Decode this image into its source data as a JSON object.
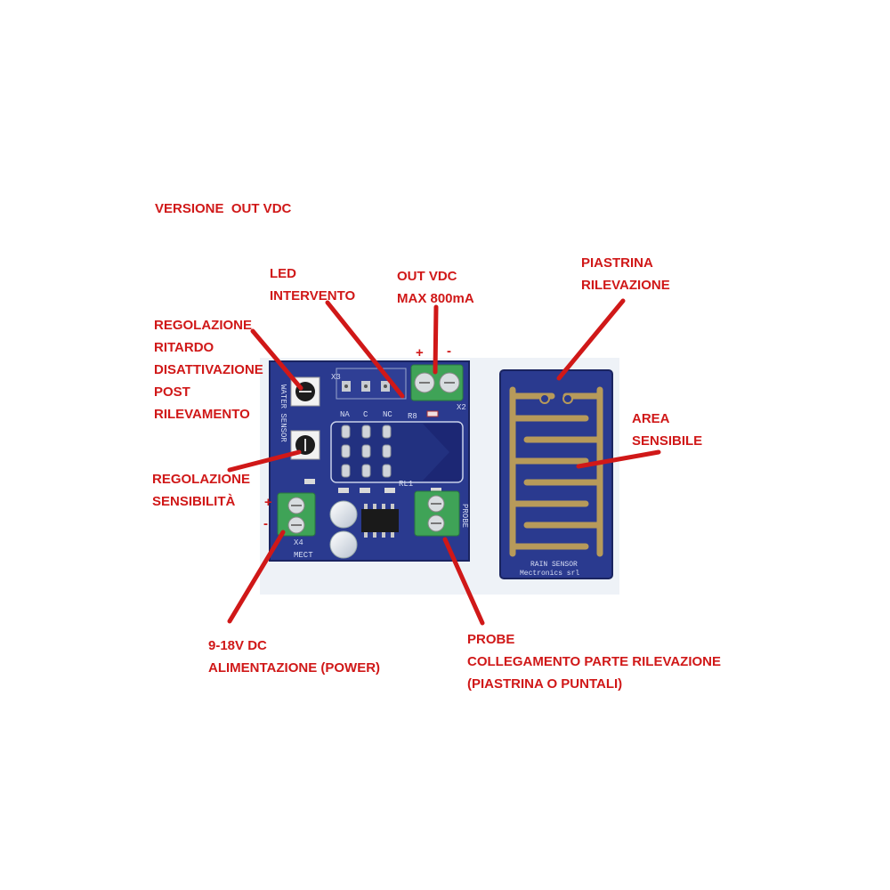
{
  "title": "VERSIONE  OUT VDC",
  "labels": {
    "led": "LED\nINTERVENTO",
    "out": "OUT VDC\nMAX 800mA",
    "piastrina": "PIASTRINA\nRILEVAZIONE",
    "ritardo": "REGOLAZIONE\nRITARDO\nDISATTIVAZIONE\nPOST\nRILEVAMENTO",
    "area": "AREA\nSENSIBILE",
    "sensibilita": "REGOLAZIONE\nSENSIBILITÀ",
    "power": "9-18V DC\nALIMENTAZIONE (POWER)",
    "probe": "PROBE\nCOLLEGAMENTO PARTE RILEVAZIONE\n(PIASTRINA O PUNTALI)"
  },
  "polarity": {
    "out_plus": "+",
    "out_minus": "-",
    "power_plus": "+",
    "power_minus": "-"
  },
  "pcb_text": {
    "water_sensor": "WATER SENSOR",
    "x3": "X3",
    "x2": "X2",
    "x4": "X4",
    "na": "NA",
    "c": "C",
    "nc": "NC",
    "r8": "R8",
    "rl1": "RL1",
    "mect": "MECT",
    "probe": "PROBE",
    "plate_1": "RAIN SENSOR",
    "plate_2": "Mectronics srl"
  },
  "colors": {
    "annotation": "#d01818",
    "pcb_blue": "#2a3a8f",
    "terminal_green": "#3fa357",
    "trace_copper": "#b79a5a"
  }
}
